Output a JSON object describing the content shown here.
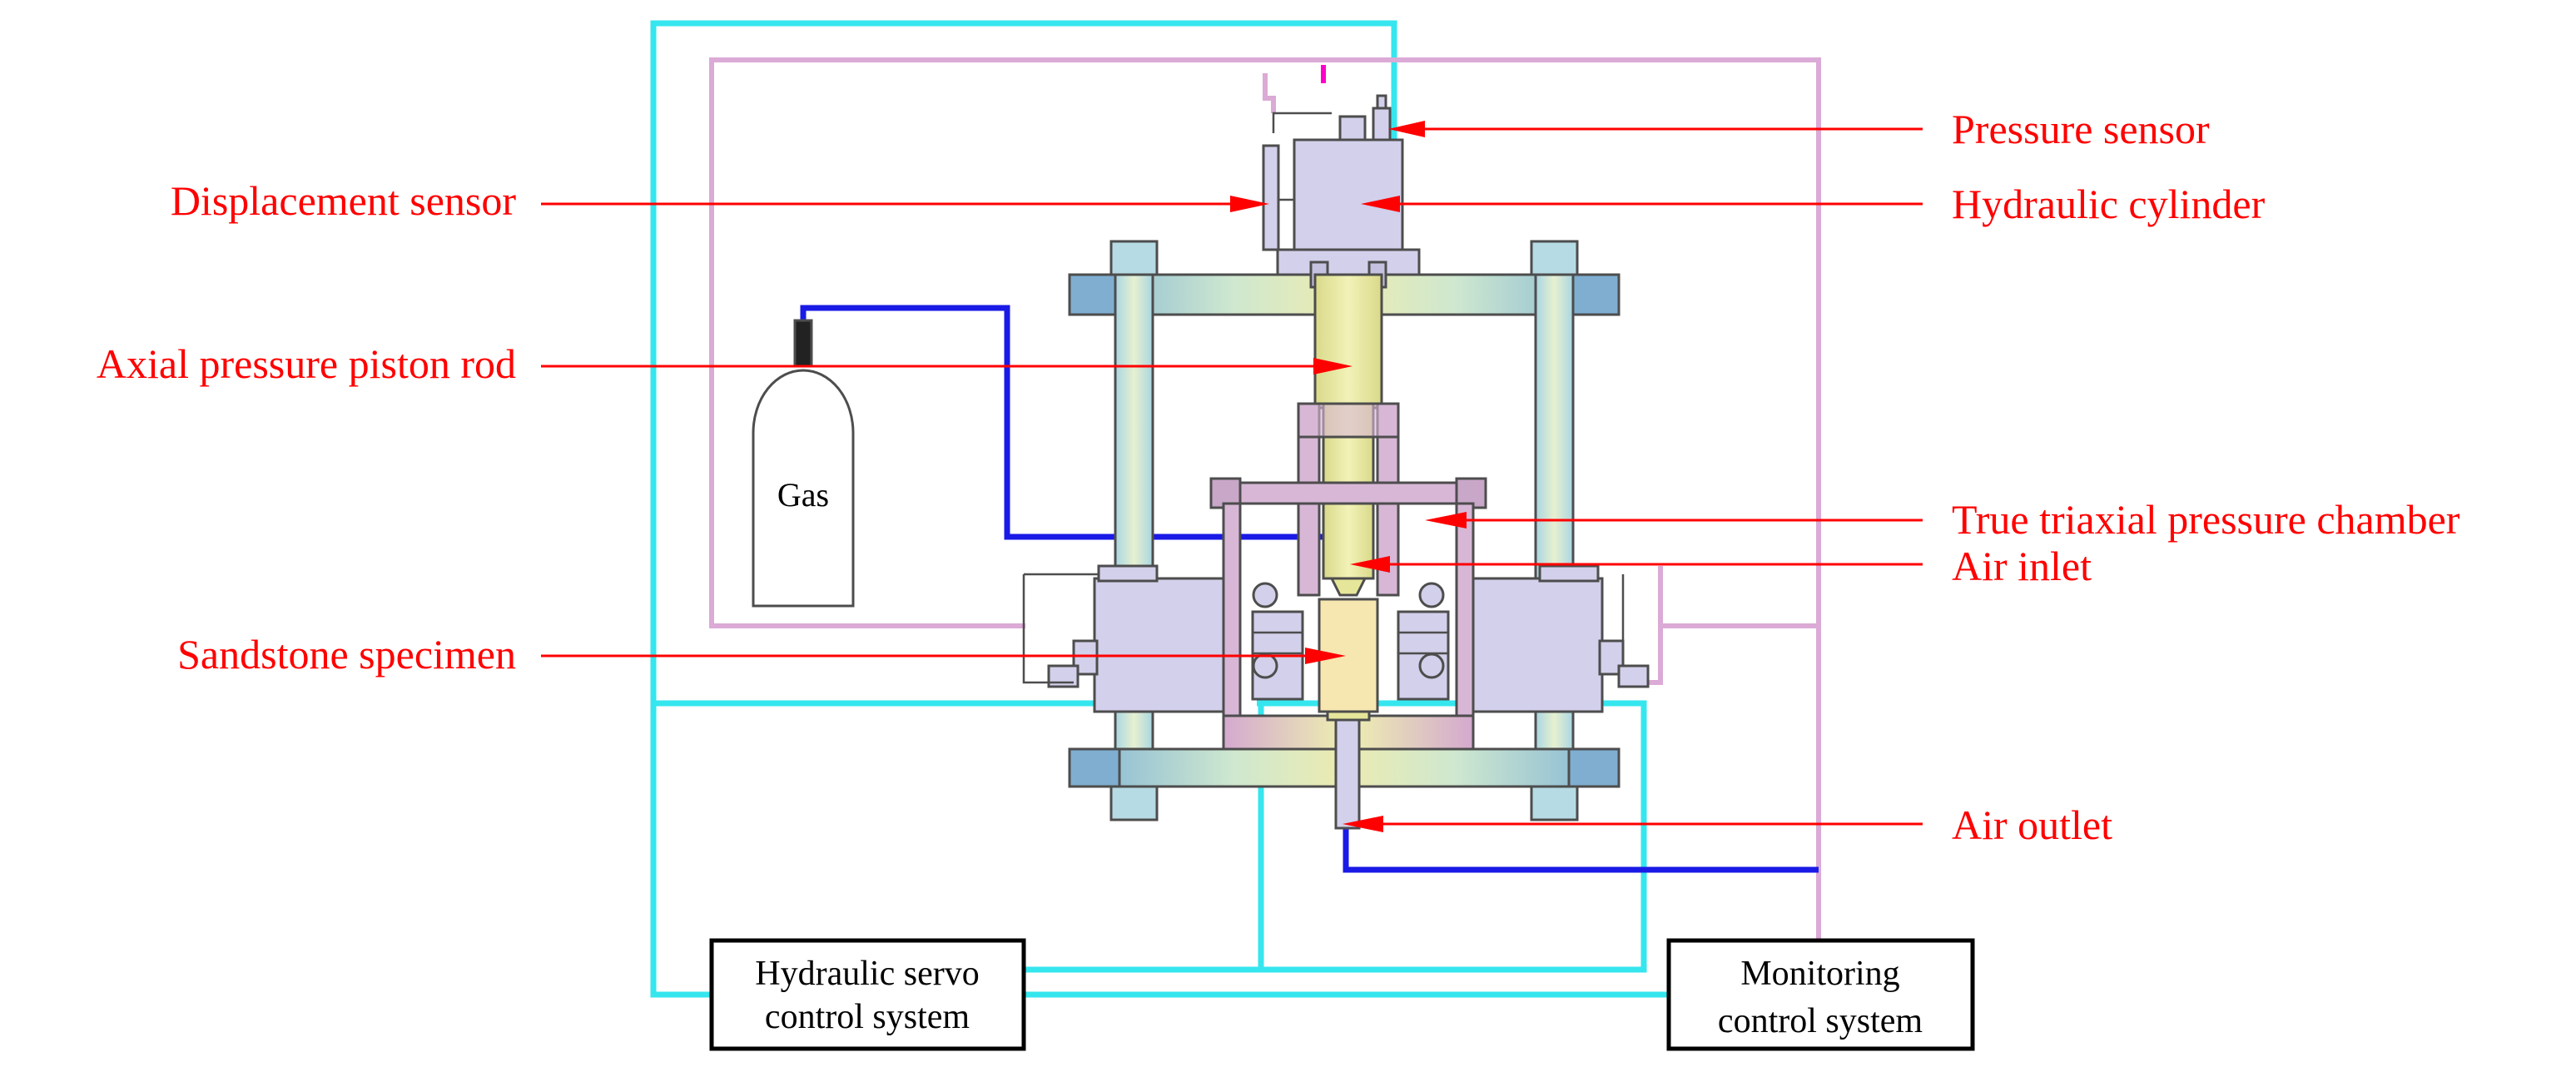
{
  "labels": {
    "pressure_sensor": "Pressure sensor",
    "hydraulic_cylinder": "Hydraulic cylinder",
    "displacement_sensor": "Displacement sensor",
    "axial_piston_rod": "Axial pressure piston rod",
    "true_triaxial_chamber": "True triaxial pressure chamber",
    "air_inlet": "Air inlet",
    "sandstone_specimen": "Sandstone specimen",
    "air_outlet": "Air outlet"
  },
  "gas_cylinder": {
    "label": "Gas"
  },
  "boxes": {
    "hydraulic_servo": {
      "line1": "Hydraulic servo",
      "line2": "control system"
    },
    "monitoring": {
      "line1": "Monitoring",
      "line2": "control system"
    }
  },
  "colors": {
    "label_red": "#ff0000",
    "hydraulic_line_cyan": "#35e6ee",
    "signal_line_pink": "#dbaad6",
    "gas_line_blue": "#1a1ae6",
    "cylinder_lavender": "#d2d0ea",
    "piston_yellow": "#e6e69a",
    "specimen_yellow": "#f6e6b0"
  }
}
